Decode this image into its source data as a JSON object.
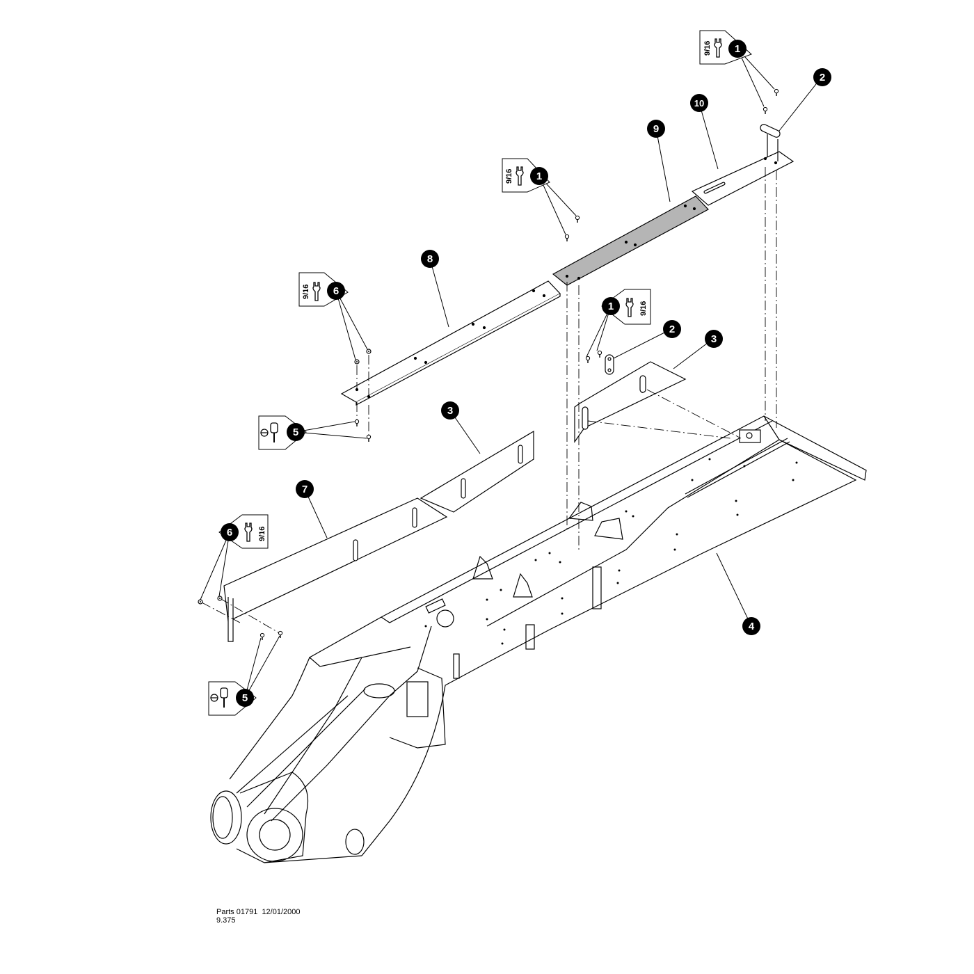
{
  "colors": {
    "line": "#000000",
    "shade": "#b5b5b5",
    "callout_fill": "#000000",
    "callout_text": "#ffffff"
  },
  "callouts": {
    "c1a": "1",
    "c1b": "1",
    "c1c": "1",
    "c2a": "2",
    "c2b": "2",
    "c3a": "3",
    "c3b": "3",
    "c4": "4",
    "c5a": "5",
    "c5b": "5",
    "c6a": "6",
    "c6b": "6",
    "c7": "7",
    "c8": "8",
    "c9": "9",
    "c10": "10"
  },
  "tool_tags": {
    "wrench_size": "9/16",
    "icons": [
      "wrench-icon",
      "screwdriver-icon"
    ]
  },
  "footer": {
    "line1": "Parts 01791  12/01/2000",
    "line2": "9.375"
  }
}
